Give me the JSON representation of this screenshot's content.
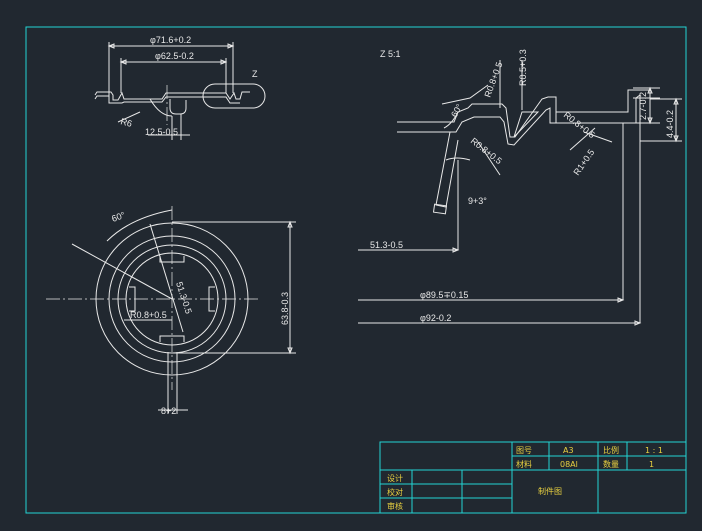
{
  "upper_left_view": {
    "dim_dia_71_6": "φ71.6+0.2",
    "dim_dia_62_5": "φ62.5-0.2",
    "label_z": "Z",
    "radius_r6": "R6",
    "dim_12_5": "12.5-0.5"
  },
  "detail_view": {
    "title": "Z  5:1",
    "r05": "R0.5+0.3",
    "r08_a": "R0.8+0.5",
    "angle_60": "60°",
    "r08_b": "R0.8+0.5",
    "r08_c": "R0.8+0.5",
    "r1": "R1+0.5",
    "dim_27": "2.7-0.2",
    "dim_44": "4.4-0.2",
    "angle_9": "9+3°",
    "dim_513": "51.3-0.5",
    "dim_dia_895": "φ89.5∓0.15",
    "dim_dia_92": "φ92-0.2"
  },
  "plan_view": {
    "angle_60": "60°",
    "dim_513": "51.3-0.5",
    "r08": "R0.8+0.5",
    "dim_638": "63.8-0.3",
    "dim_8": "8+2"
  },
  "title_block": {
    "label_drawing_no": "图号",
    "value_drawing_no": "A3",
    "label_ratio": "比例",
    "value_ratio": "1 : 1",
    "label_material": "材料",
    "value_material": "08Al",
    "label_quantity": "数量",
    "value_quantity": "1",
    "label_design": "设计",
    "label_check": "校对",
    "label_review": "审核",
    "drawing_title": "制件图"
  },
  "colors": {
    "background": "#212830",
    "line": "#e8e8e8",
    "frame": "#22d4d4",
    "title_text": "#e8d040"
  }
}
